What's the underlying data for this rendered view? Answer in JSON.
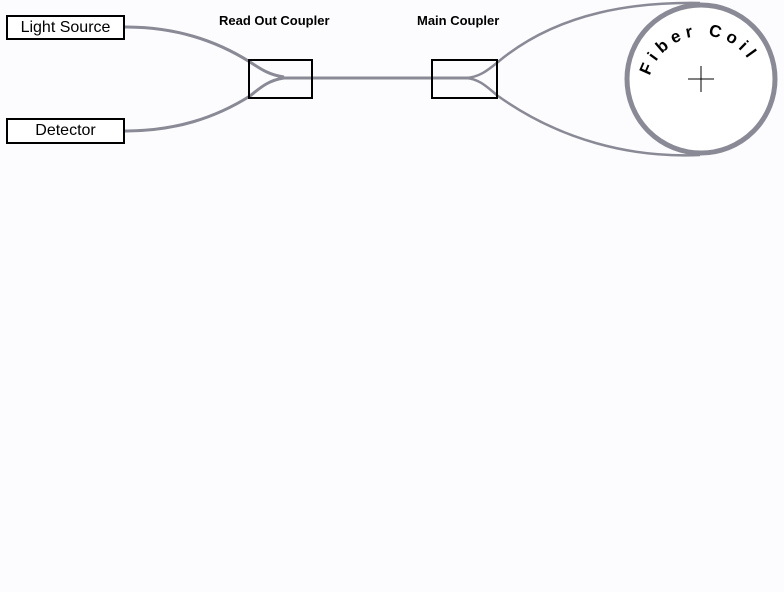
{
  "components": {
    "light_source": {
      "label": "Light Source"
    },
    "detector": {
      "label": "Detector"
    },
    "readout_coupler": {
      "label": "Read Out Coupler"
    },
    "main_coupler": {
      "label": "Main Coupler"
    },
    "fiber_coil": {
      "label": "Fiber Coil"
    }
  },
  "colors": {
    "fiber": "#8a8a96",
    "outline": "#000000",
    "background": "#fcfcfe"
  }
}
